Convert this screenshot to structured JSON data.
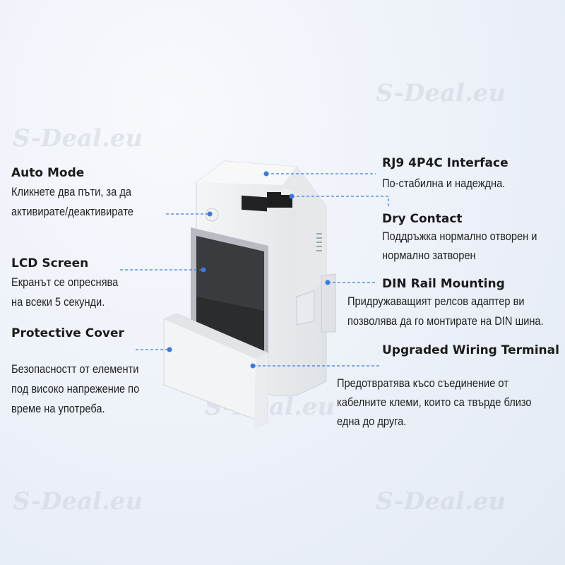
{
  "watermark": "S-Deal.eu",
  "accent": "#3b7be0",
  "features_left": [
    {
      "title": "Auto Mode",
      "lines": [
        "Кликнете два пъти, за да",
        "активирате/деактивирате"
      ]
    },
    {
      "title": "LCD Screen",
      "lines": [
        "Екранът се опреснява",
        "на всеки 5 секунди."
      ]
    },
    {
      "title": "Protective Cover",
      "lines": [
        "Безопасностт от елементи",
        "под високо напрежение по",
        "време на употреба."
      ]
    }
  ],
  "features_right": [
    {
      "title": "RJ9 4P4C Interface",
      "lines": [
        "По-стабилна и надеждна."
      ]
    },
    {
      "title": "Dry Contact",
      "lines": [
        "Поддръжка нормално отворен и",
        "нормално затворен"
      ]
    },
    {
      "title": "DIN Rail Mounting",
      "lines": [
        "Придружаващият релсов адаптер ви",
        "позволява да го монтирате на DIN шина."
      ]
    },
    {
      "title": "Upgraded Wiring Terminal",
      "lines": [
        "Предотвратява късо съединение от",
        "кабелните клеми, които са твърде близо",
        "една до друга."
      ]
    }
  ]
}
